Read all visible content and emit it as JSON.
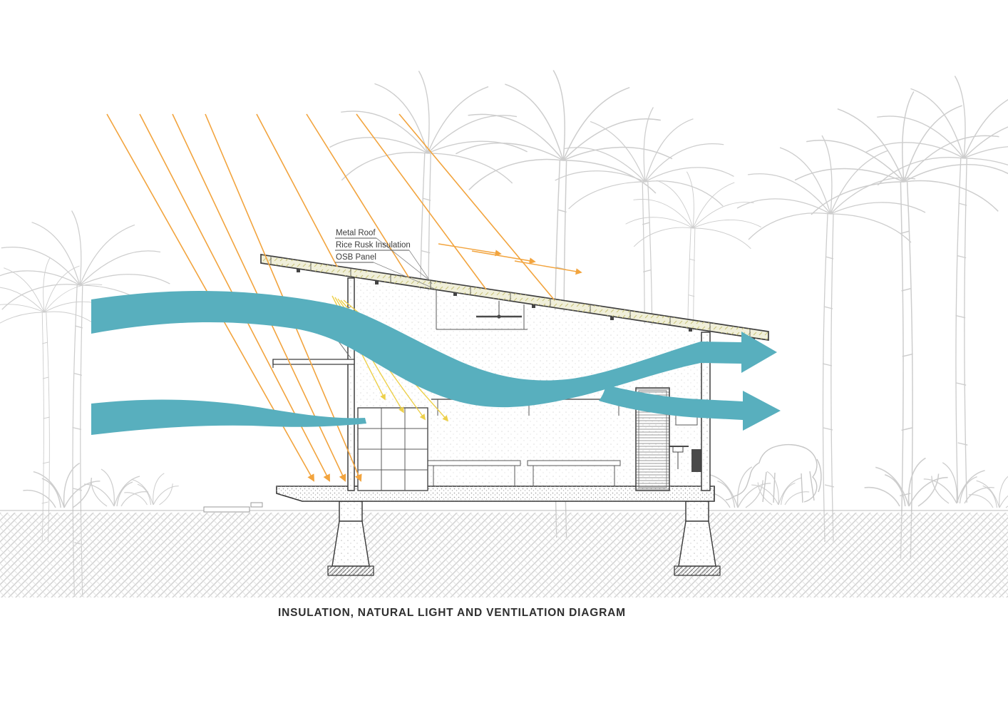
{
  "diagram": {
    "title": "INSULATION, NATURAL LIGHT AND VENTILATION DIAGRAM",
    "roof_layer_labels": [
      "Metal Roof",
      "Rice Rusk Insulation",
      "OSB Panel"
    ]
  },
  "colors": {
    "airflow": "#58AFBE",
    "sun_ray_orange": "#F2A43E",
    "sun_ray_yellow": "#EDD04B",
    "linework": "#3F3F3F",
    "background_linework": "#CDCDCD",
    "roof_insulation_fill": "#F0EFDA"
  }
}
